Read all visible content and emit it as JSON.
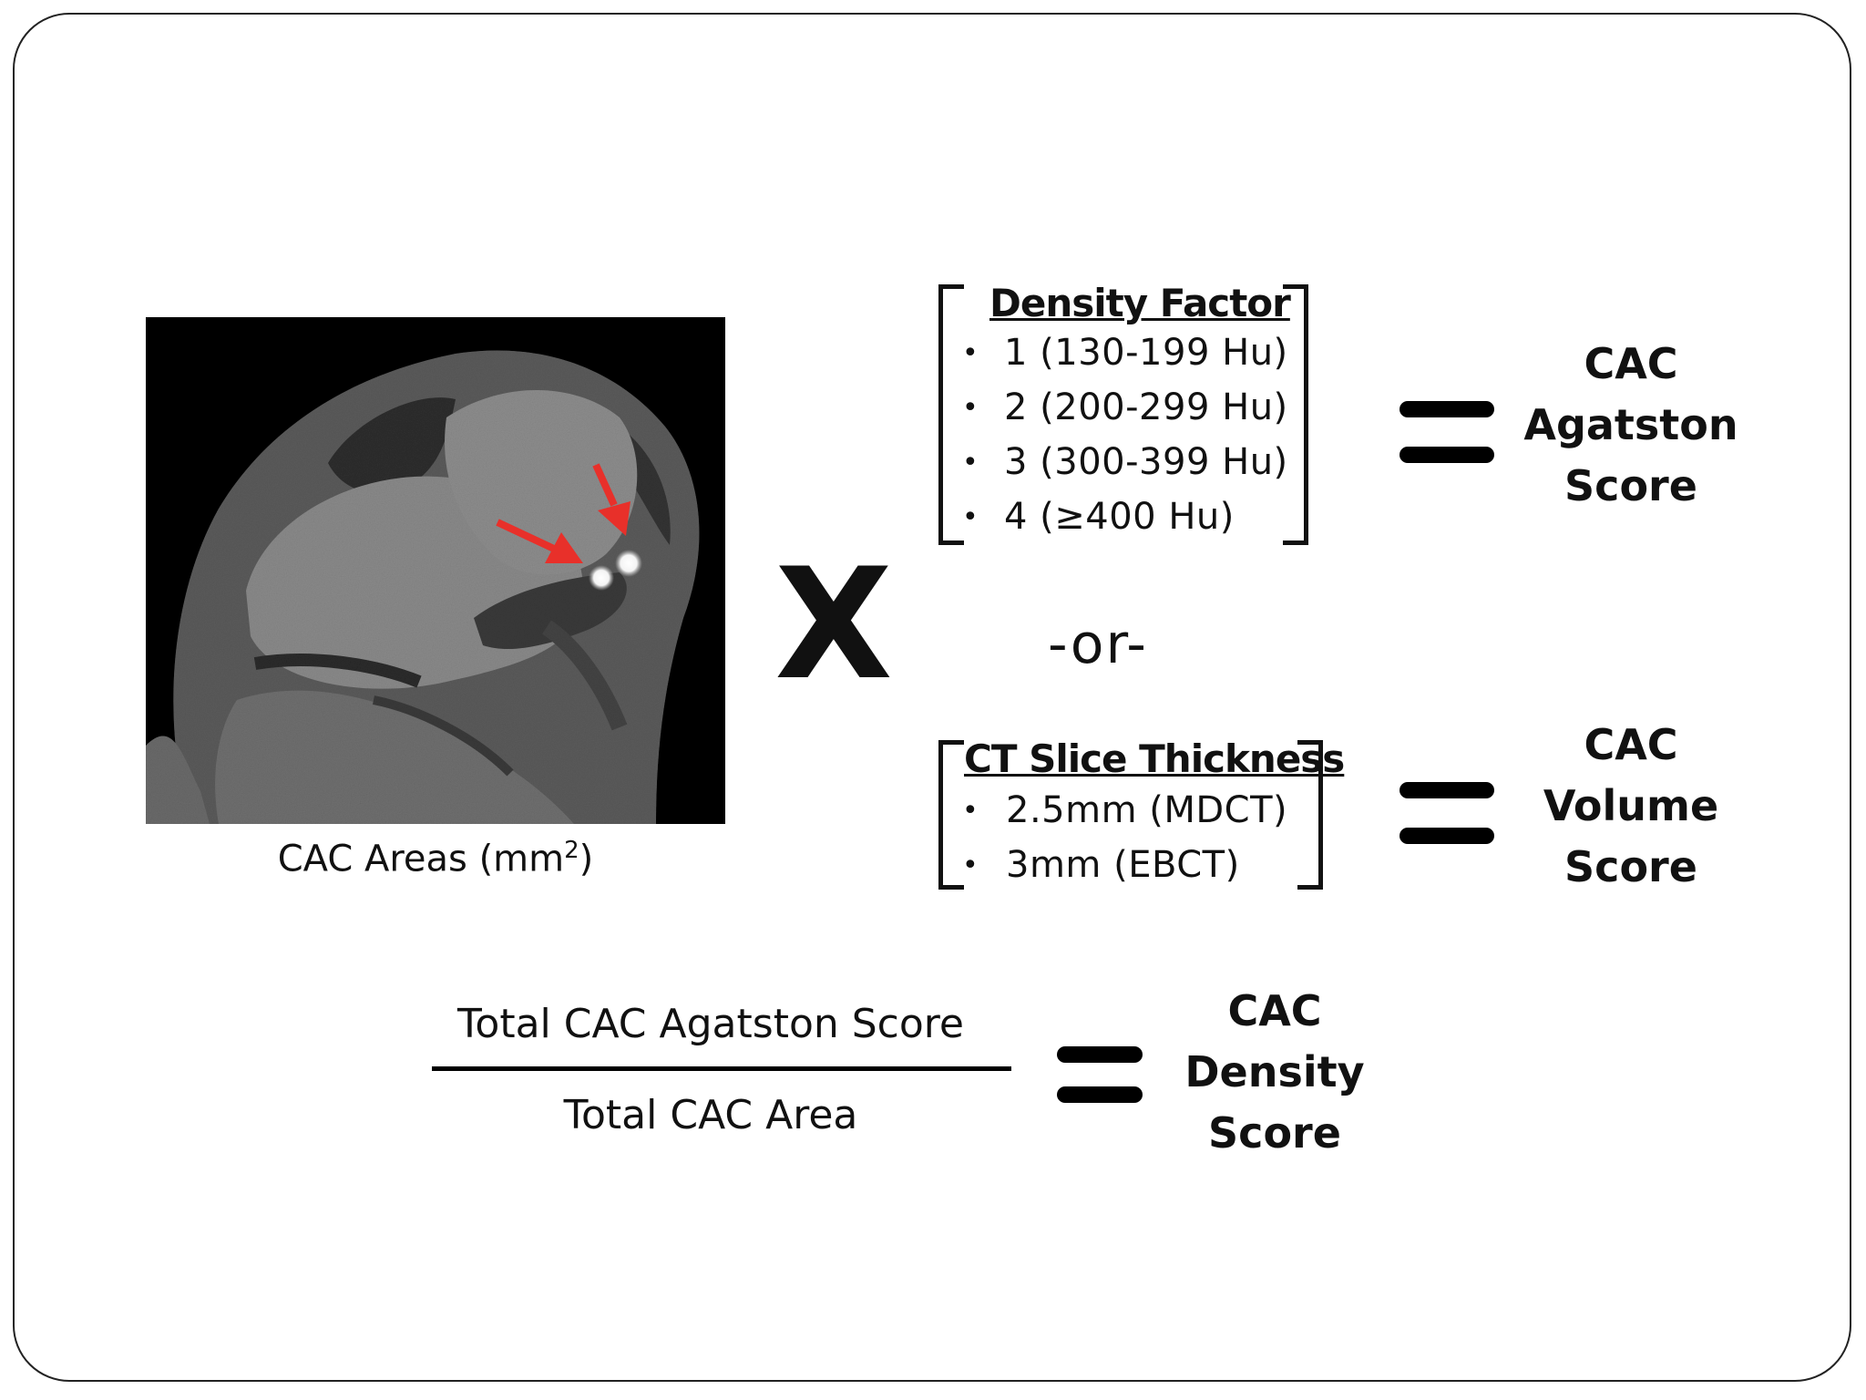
{
  "ct_image": {
    "caption_prefix": "CAC Areas (mm",
    "caption_sup": "2",
    "caption_suffix": ")",
    "arrow_color": "#e8302a"
  },
  "multiply_symbol": "X",
  "density_factor": {
    "title": "Density Factor",
    "items": [
      "1 (130-199 Hu)",
      "2 (200-299 Hu)",
      "3 (300-399 Hu)",
      "4 (≥400 Hu)"
    ],
    "result": [
      "CAC",
      "Agatston",
      "Score"
    ]
  },
  "or_label": "-or-",
  "slice_thickness": {
    "title": "CT Slice Thickness",
    "items": [
      "2.5mm (MDCT)",
      "3mm (EBCT)"
    ],
    "result": [
      "CAC",
      "Volume",
      "Score"
    ]
  },
  "fraction": {
    "numerator": "Total CAC Agatston Score",
    "denominator": "Total CAC Area",
    "result": [
      "CAC",
      "Density",
      "Score"
    ]
  },
  "bullet_char": "•"
}
